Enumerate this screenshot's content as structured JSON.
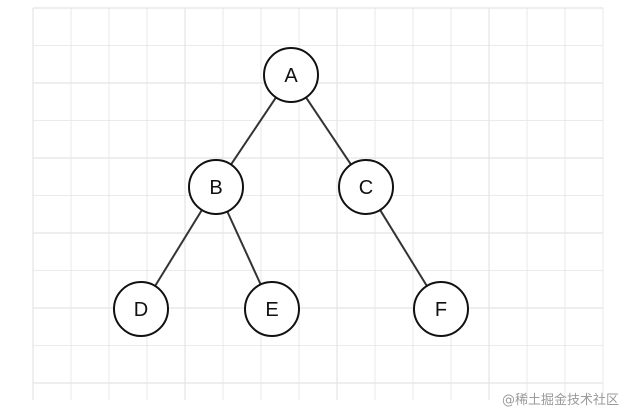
{
  "colors": {
    "grid": "#e4e4e4",
    "edge": "#333333",
    "node_fill": "#ffffff",
    "node_stroke": "#111111"
  },
  "tree": {
    "nodes": [
      {
        "id": "A",
        "label": "A"
      },
      {
        "id": "B",
        "label": "B"
      },
      {
        "id": "C",
        "label": "C"
      },
      {
        "id": "D",
        "label": "D"
      },
      {
        "id": "E",
        "label": "E"
      },
      {
        "id": "F",
        "label": "F"
      }
    ],
    "edges": [
      {
        "from": "A",
        "to": "B"
      },
      {
        "from": "A",
        "to": "C"
      },
      {
        "from": "B",
        "to": "D"
      },
      {
        "from": "B",
        "to": "E"
      },
      {
        "from": "C",
        "to": "F"
      }
    ]
  },
  "watermark": "@稀土掘金技术社区"
}
